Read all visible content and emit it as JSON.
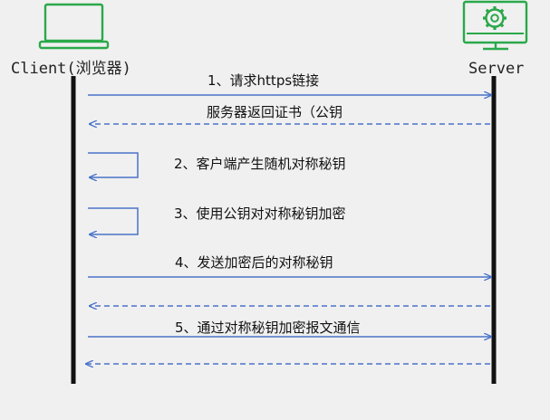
{
  "actors": {
    "client": {
      "label": "Client(浏览器)",
      "icon": "laptop-icon"
    },
    "server": {
      "label": "Server",
      "icon": "server-gear-icon"
    }
  },
  "colors": {
    "background": "#f0f0f0",
    "lifeline": "#111111",
    "arrow": "#4a72c8",
    "icon": "#2aa84a"
  },
  "steps": [
    {
      "label": "1、请求https链接",
      "type": "request",
      "direction": "client-to-server",
      "style": "solid"
    },
    {
      "label": "服务器返回证书（公钥",
      "type": "response",
      "direction": "server-to-client",
      "style": "dashed"
    },
    {
      "label": "2、客户端产生随机对称秘钥",
      "type": "self",
      "direction": "client-self",
      "style": "solid"
    },
    {
      "label": "3、使用公钥对对称秘钥加密",
      "type": "self",
      "direction": "client-self",
      "style": "solid"
    },
    {
      "label": "4、发送加密后的对称秘钥",
      "type": "request",
      "direction": "client-to-server",
      "style": "solid"
    },
    {
      "label": "",
      "type": "response",
      "direction": "server-to-client",
      "style": "dashed"
    },
    {
      "label": "5、通过对称秘钥加密报文通信",
      "type": "request",
      "direction": "client-to-server",
      "style": "solid"
    },
    {
      "label": "",
      "type": "response",
      "direction": "server-to-client",
      "style": "dashed"
    }
  ]
}
